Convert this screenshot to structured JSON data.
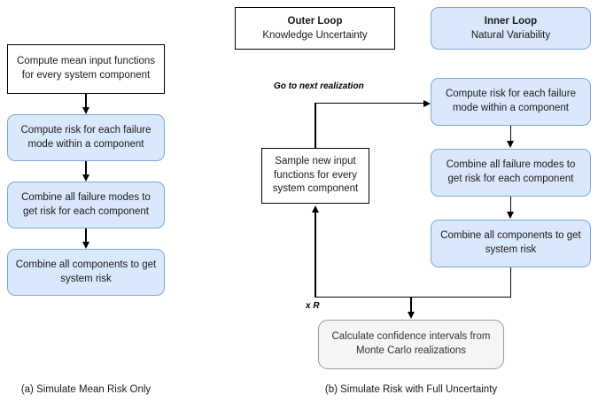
{
  "figure": {
    "title": "Risk simulation flowcharts",
    "colors": {
      "blue_fill": "#dae8fc",
      "blue_border": "#7ea6d9",
      "gray_fill": "#f5f5f5",
      "gray_border": "#9b9b9b",
      "plain_fill": "#ffffff",
      "plain_border": "#000000",
      "text": "#1a1a1a",
      "edge": "#000000"
    }
  },
  "panel_a": {
    "caption": "(a) Simulate Mean Risk Only",
    "nodes": [
      {
        "id": "a1",
        "label": "Compute mean input functions\nfor every system component",
        "style": "plain"
      },
      {
        "id": "a2",
        "label": "Compute risk for each failure\nmode within a component",
        "style": "blue"
      },
      {
        "id": "a3",
        "label": "Combine all failure modes to\nget risk for each component",
        "style": "blue"
      },
      {
        "id": "a4",
        "label": "Combine all components to get\nsystem risk",
        "style": "blue"
      }
    ]
  },
  "panel_b": {
    "caption": "(b) Simulate Risk with Full Uncertainty",
    "headers": [
      {
        "id": "outer",
        "title": "Outer Loop",
        "subtitle": "Knowledge Uncertainty",
        "style": "plain"
      },
      {
        "id": "inner",
        "title": "Inner Loop",
        "subtitle": "Natural Variability",
        "style": "blue"
      }
    ],
    "nodes": [
      {
        "id": "b_sample",
        "label": "Sample new input\nfunctions for every\nsystem component",
        "style": "plain"
      },
      {
        "id": "b1",
        "label": "Compute risk for each failure\nmode within a component",
        "style": "blue"
      },
      {
        "id": "b2",
        "label": "Combine all failure modes to\nget risk for each component",
        "style": "blue"
      },
      {
        "id": "b3",
        "label": "Combine all components to get\nsystem risk",
        "style": "blue"
      },
      {
        "id": "b_ci",
        "label": "Calculate confidence intervals from\nMonte Carlo realizations",
        "style": "gray"
      }
    ],
    "edge_labels": [
      {
        "id": "next_realization",
        "text": "Go to next realization"
      },
      {
        "id": "times_r",
        "text": "x R"
      }
    ]
  }
}
